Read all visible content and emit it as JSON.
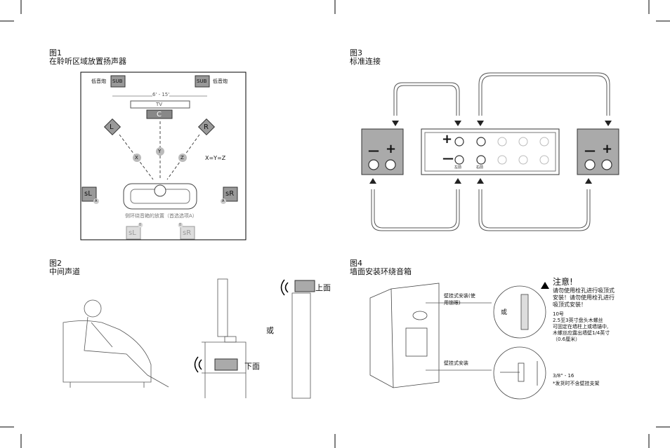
{
  "fig1": {
    "label": "图1",
    "title": "在聆听区域放置扬声器",
    "sub_left": "SUB",
    "sub_right": "SUB",
    "sub_left_caption": "低音炮",
    "sub_right_caption": "低音炮",
    "distance": "6' - 15'",
    "tv": "TV",
    "center": "C",
    "left": "L",
    "right": "R",
    "x": "X",
    "y": "Y",
    "z": "Z",
    "equation": "X=Y=Z",
    "side_left": "sL",
    "side_right": "sR",
    "marker_a_left": "A",
    "marker_a_right": "A",
    "marker_b_left": "B",
    "marker_b_right": "B",
    "caption": "侧环绕音箱的放置（首选选项A）",
    "rear_left": "sL",
    "rear_right": "sR"
  },
  "fig2": {
    "label": "图2",
    "title": "中间声道",
    "or": "或",
    "top": "上面",
    "bottom": "下面"
  },
  "fig3": {
    "label": "图3",
    "title": "标准连接",
    "minus_left": "—",
    "plus_left": "+",
    "minus_right": "—",
    "plus_right": "+",
    "amp_plus": "+",
    "amp_minus": "—",
    "ch_left": "左前",
    "ch_right": "右前"
  },
  "fig4": {
    "label": "图4",
    "title": "墙面安装环绕音箱",
    "mount1": "壁挂式安装(使",
    "mount1b": "用锁眼)",
    "mount2": "壁挂式安装",
    "or": "或",
    "caution_title": "注意!",
    "caution_lines": [
      "请勿使用栓孔进行吸顶式",
      "安装！请勿使用栓孔进行",
      "吸顶式安装！"
    ],
    "screw_lines": [
      "10号",
      "2.5至3英寸盘头木螺丝",
      "可固定在墙柱上或墙锚中,",
      "木螺丝应露出墙壁1/4英寸",
      "（0.6厘米）"
    ],
    "thread": "3/8\" - 16",
    "bracket_note": "*发货时不含壁挂支架"
  }
}
